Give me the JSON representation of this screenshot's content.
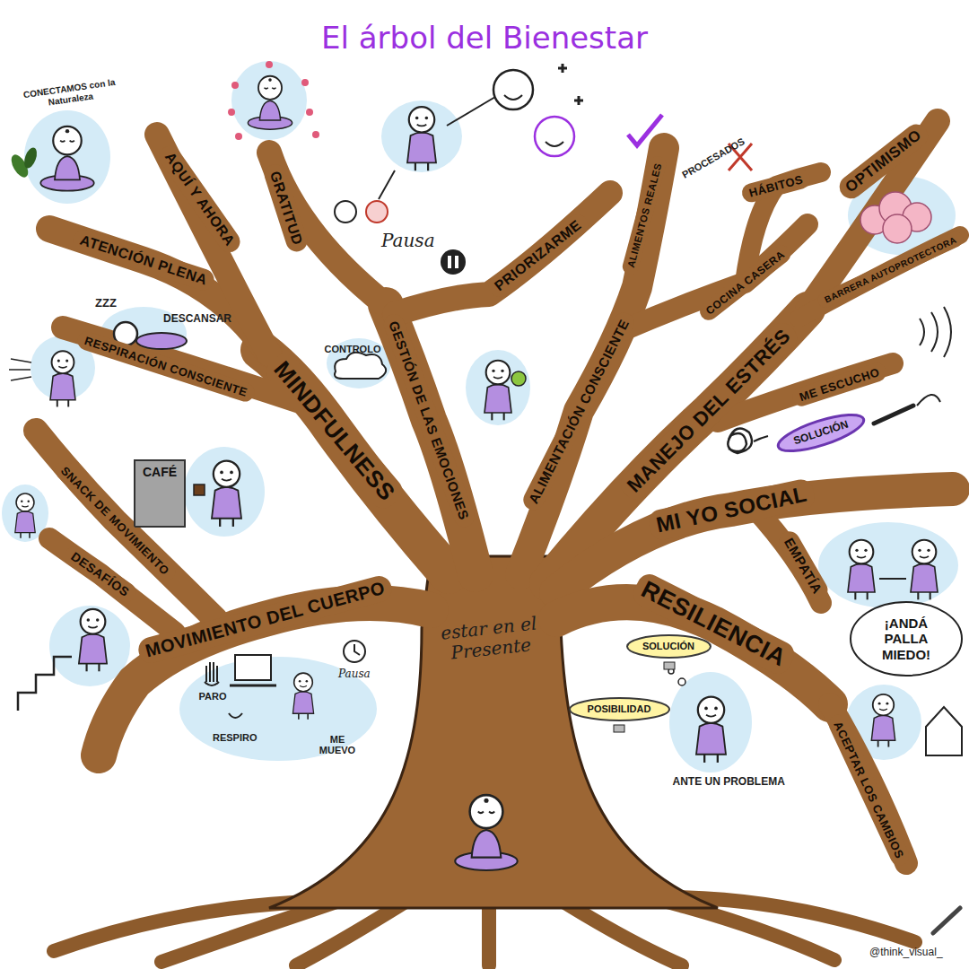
{
  "diagram": {
    "title": "El árbol del Bienestar",
    "nodes": [
      {
        "text": [
          "AQUÍ Y AHORA"
        ]
      },
      {
        "text": [
          "GRATITUD"
        ]
      },
      {
        "text": [
          "ATENCIÓN PLENA"
        ]
      },
      {
        "text": [
          "PRIORIZARME"
        ]
      },
      {
        "text": [
          "ALIMENTOS REALES"
        ]
      },
      {
        "text": [
          "HÁBITOS"
        ]
      },
      {
        "text": [
          "OPTIMISMO"
        ]
      },
      {
        "text": [
          "COCINA CASERA"
        ]
      },
      {
        "text": [
          "BARRERA AUTOPROTECTORA"
        ]
      },
      {
        "text": [
          "GESTIÓN DE LAS EMOCIONES"
        ]
      },
      {
        "text": [
          "RESPIRACIÓN CONSCIENTE"
        ]
      },
      {
        "text": [
          "MINDFULNESS"
        ]
      },
      {
        "text": [
          "ALIMENTACIÓN CONSCIENTE"
        ]
      },
      {
        "text": [
          "ME ESCUCHO"
        ]
      },
      {
        "text": [
          "SOLUCIÓN"
        ]
      },
      {
        "text": [
          "MANEJO DEL ESTRÉS"
        ]
      },
      {
        "text": [
          "CAFÉ"
        ]
      },
      {
        "text": [
          "SNACK DE MOVIMIENTO"
        ]
      },
      {
        "text": [
          "MI YO SOCIAL"
        ]
      },
      {
        "text": [
          "EMPATÍA"
        ]
      },
      {
        "text": [
          "DESAFÍOS"
        ]
      },
      {
        "text": [
          "MOVIMIENTO DEL CUERPO"
        ]
      },
      {
        "text": [
          "RESILIENCIA"
        ]
      },
      {
        "text": [
          "¡ANDÁ PALLA MIEDO!"
        ]
      },
      {
        "text": [
          "SOLUCIÓN"
        ]
      },
      {
        "text": [
          "POSIBILIDAD"
        ]
      },
      {
        "text": [
          "ACEPTAR LOS CAMBIOS"
        ]
      }
    ],
    "labels": [
      "CONECTAMOS con la Naturaleza",
      "ZZZ",
      "DESCANSAR",
      "CONTROLO",
      "Pausa",
      "PROCESADOS",
      "PARO",
      "RESPIRO",
      "ME MUEVO",
      "Pausa",
      "estar en el Presente",
      "ANTE UN PROBLEMA",
      "@think_visual_"
    ]
  }
}
